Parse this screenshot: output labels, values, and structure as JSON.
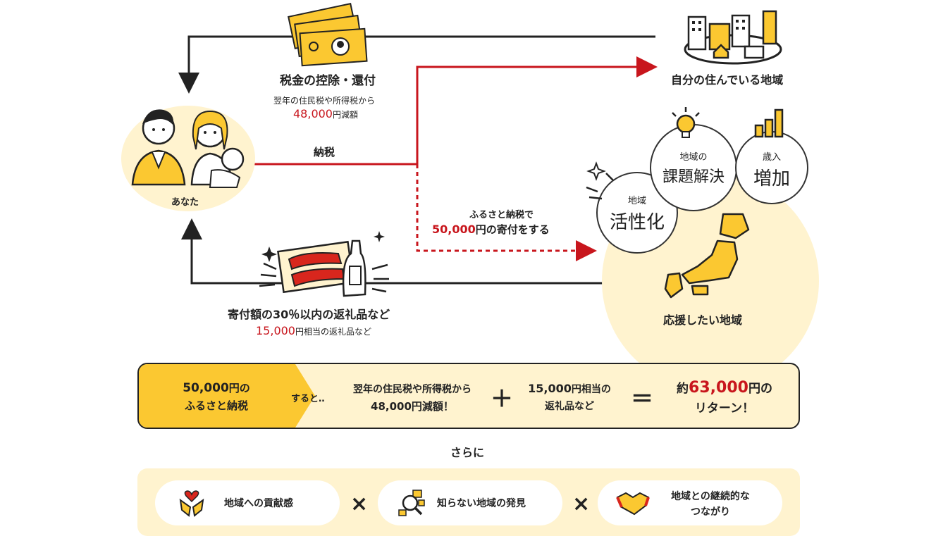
{
  "tax_refund": {
    "title": "税金の控除・還付",
    "line1": "翌年の住民税や所得税から",
    "amount": "48,000",
    "suffix": "円減額"
  },
  "home_region": {
    "label": "自分の住んでいる地域"
  },
  "you": {
    "label": "あなた"
  },
  "tax_payment": {
    "label": "納税"
  },
  "donation": {
    "line1": "ふるさと納税で",
    "amount": "50,000",
    "suffix": "円の寄付をする"
  },
  "gift": {
    "title": "寄付額の30％以内の返礼品など",
    "amount": "15,000",
    "suffix": "円相当の返礼品など"
  },
  "support_region": {
    "label": "応援したい地域",
    "bubble_revitalize": {
      "small": "地域",
      "big": "活性化"
    },
    "bubble_issue": {
      "small": "地域の",
      "big": "課題解決"
    },
    "bubble_revenue": {
      "small": "歳入",
      "big": "増加"
    }
  },
  "summary": {
    "left_amount": "50,000",
    "left_unit": "円の",
    "left_line2": "ふるさと納税",
    "then": "すると‥",
    "mid_line1": "翌年の住民税や所得税から",
    "mid_line2": "48,000円減額！",
    "plus": "＋",
    "gift_line1a": "15,000",
    "gift_line1b": "円相当の",
    "gift_line2": "返礼品など",
    "equals": "＝",
    "result_prefix": "約",
    "result_amount": "63,000",
    "result_suffix": "円の",
    "result_line2": "リターン！"
  },
  "furthermore": "さらに",
  "benefits": [
    {
      "label": "地域への貢献感"
    },
    {
      "label": "知らない地域の発見"
    },
    {
      "label_l1": "地域との継続的な",
      "label_l2": "つながり"
    }
  ],
  "times": "×",
  "colors": {
    "accent": "#fbc831",
    "accent_light": "#fff3cf",
    "red": "#c8161d"
  }
}
